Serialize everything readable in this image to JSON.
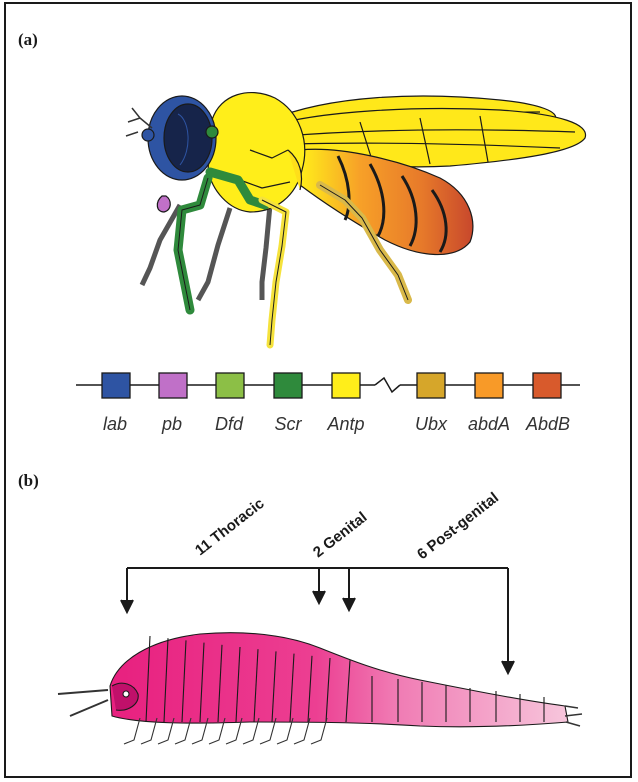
{
  "panels": {
    "a_label": "(a)",
    "b_label": "(b)"
  },
  "genes": [
    {
      "name": "lab",
      "color": "#2e54a3"
    },
    {
      "name": "pb",
      "color": "#c070c8"
    },
    {
      "name": "Dfd",
      "color": "#8cbf46"
    },
    {
      "name": "Scr",
      "color": "#2f8a3c"
    },
    {
      "name": "Antp",
      "color": "#ffee1a"
    },
    {
      "name": "Ubx",
      "color": "#d6a62a"
    },
    {
      "name": "abdA",
      "color": "#f89a28"
    },
    {
      "name": "AbdB",
      "color": "#d85a2c"
    }
  ],
  "segments": {
    "thoracic": "11 Thoracic",
    "genital": "2 Genital",
    "post_genital": "6 Post-genital"
  },
  "colors": {
    "fly_head": "#2e54a3",
    "fly_eye": "#16244a",
    "fly_thorax": "#ffee1a",
    "fly_wing": "#ffe81a",
    "fly_abdomen_front": "#f7a028",
    "fly_abdomen_back": "#d85a2c",
    "fly_leg_front": "#2f8a3c",
    "crustacean_front": "#e8207f",
    "crustacean_back": "#f7c6dc"
  }
}
